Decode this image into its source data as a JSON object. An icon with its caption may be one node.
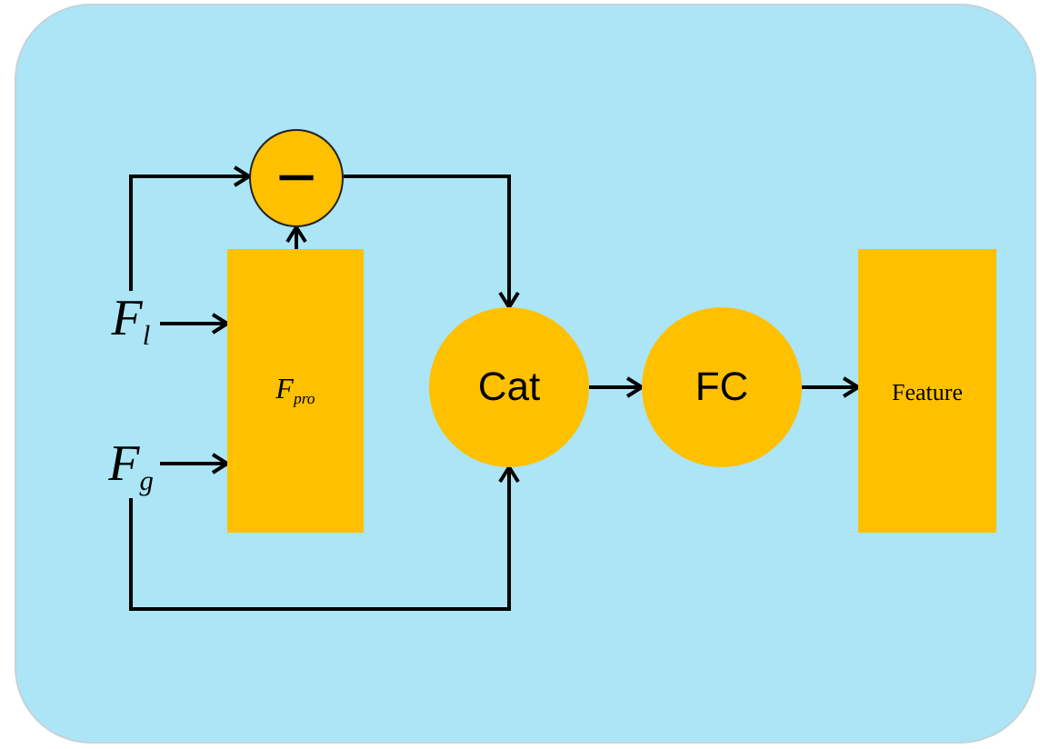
{
  "diagram": {
    "nodes": [
      {
        "text": [
          "−"
        ]
      },
      {
        "text": [
          "F$_{l}$"
        ]
      },
      {
        "text": [
          "F$_{pro}$"
        ]
      },
      {
        "text": [
          "F$_{g}$"
        ]
      },
      {
        "text": [
          "Cat"
        ]
      },
      {
        "text": [
          "FC"
        ]
      },
      {
        "text": [
          "Feature"
        ]
      }
    ],
    "edges": [
      {
        "from": 1,
        "to": 0,
        "arrow": "to"
      },
      {
        "from": 1,
        "to": 2,
        "arrow": "to"
      },
      {
        "from": 3,
        "to": 2,
        "arrow": "to"
      },
      {
        "from": 2,
        "to": 0,
        "arrow": "to"
      },
      {
        "from": 0,
        "to": 4,
        "arrow": "to"
      },
      {
        "from": 3,
        "to": 4,
        "arrow": "to"
      },
      {
        "from": 4,
        "to": 5,
        "arrow": "to"
      },
      {
        "from": 5,
        "to": 6,
        "arrow": "to"
      }
    ]
  }
}
